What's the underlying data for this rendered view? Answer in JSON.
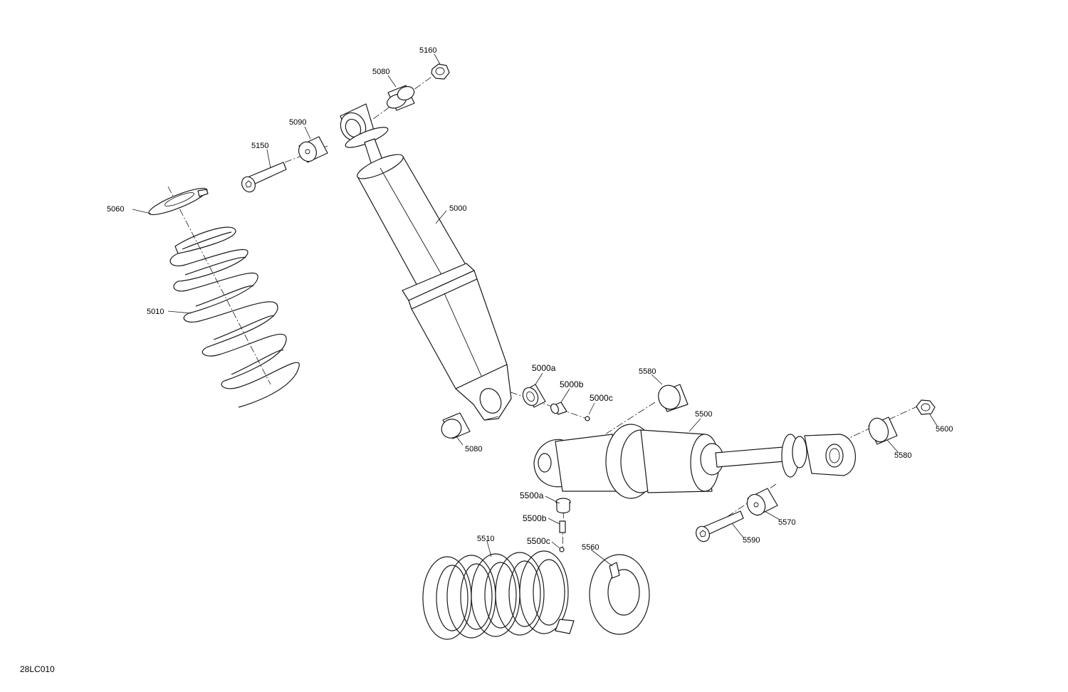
{
  "figure_code": "28LC010",
  "callouts": {
    "p5160": "5160",
    "p5080_top": "5080",
    "p5090": "5090",
    "p5150": "5150",
    "p5060": "5060",
    "p5000": "5000",
    "p5010": "5010",
    "p5000a": "5000a",
    "p5000b": "5000b",
    "p5000c": "5000c",
    "p5080_bottom": "5080",
    "p5580_top": "5580",
    "p5500": "5500",
    "p5600": "5600",
    "p5580_right": "5580",
    "p5500a": "5500a",
    "p5500b": "5500b",
    "p5500c": "5500c",
    "p5570": "5570",
    "p5590": "5590",
    "p5510": "5510",
    "p5560": "5560"
  }
}
